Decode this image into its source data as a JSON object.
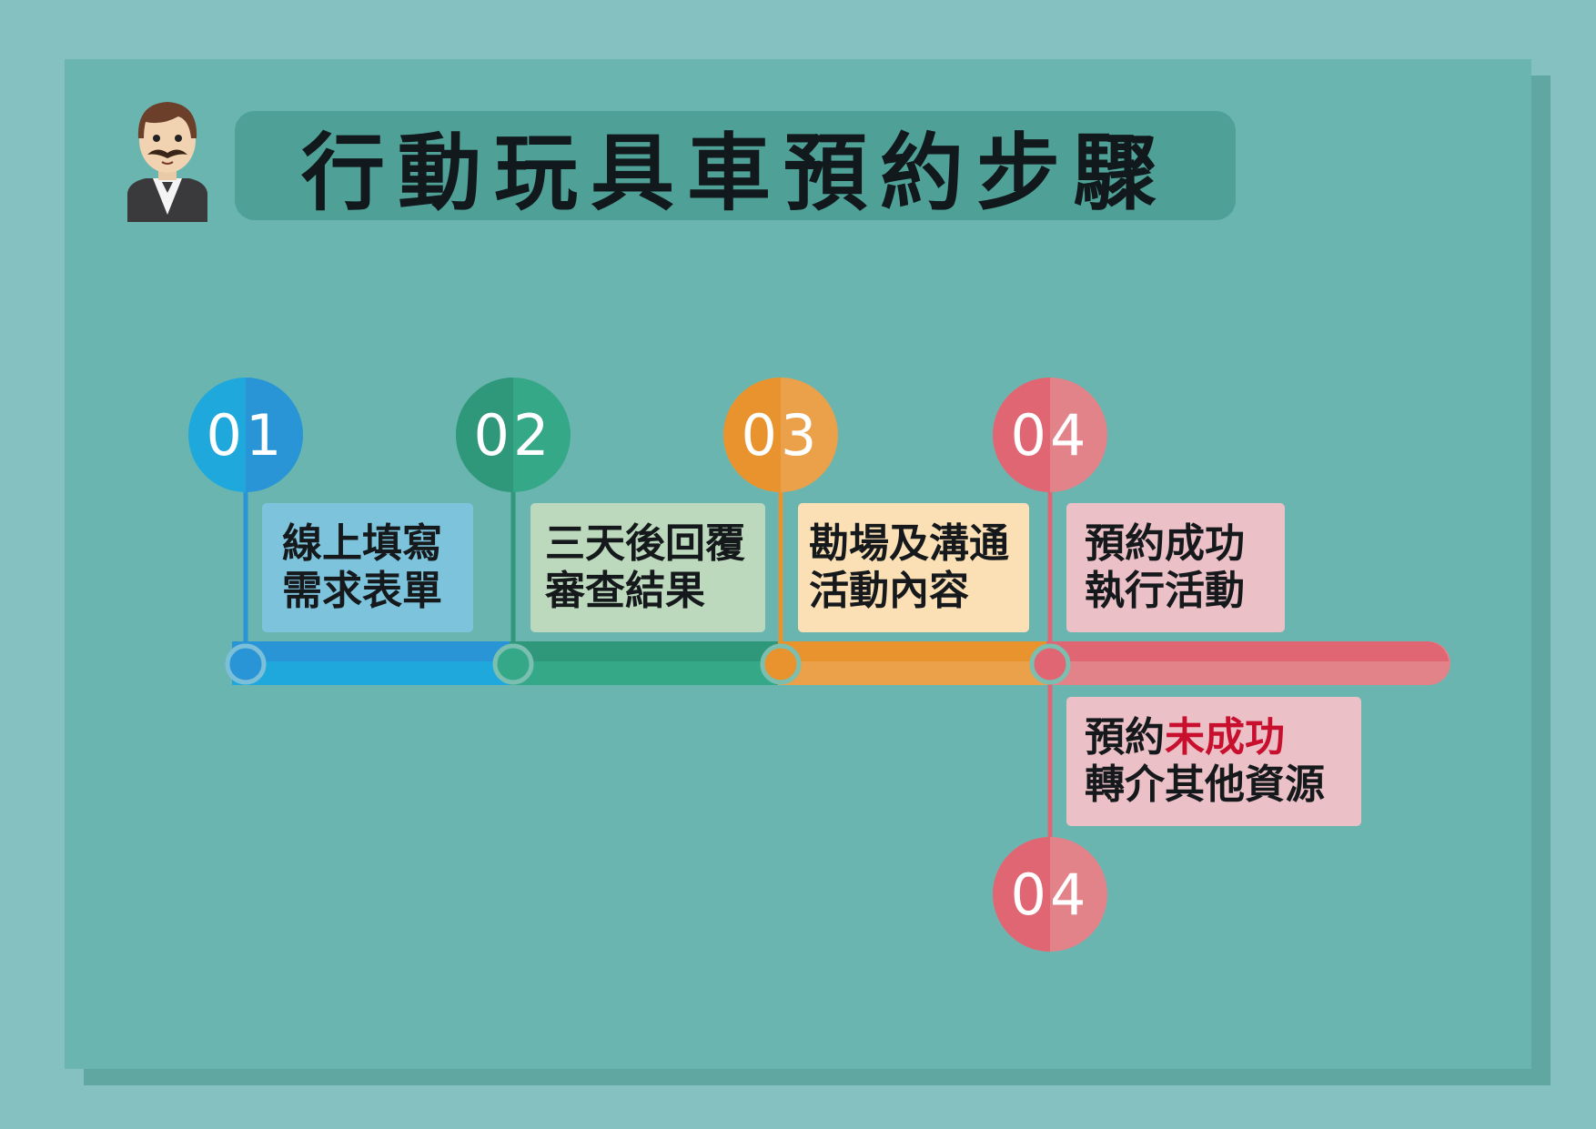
{
  "title": "行動玩具車預約步驟",
  "colors": {
    "background": "#86c1c2",
    "panel": "#6bb5b0",
    "step1": "#1fa8dc",
    "step2": "#35a887",
    "step3": "#e89b3a",
    "step4": "#e2737c"
  },
  "steps": [
    {
      "number": "01",
      "line1": "線上填寫",
      "line2": "需求表單"
    },
    {
      "number": "02",
      "line1": "三天後回覆",
      "line2": "審查結果"
    },
    {
      "number": "03",
      "line1": "勘場及溝通",
      "line2": "活動內容"
    },
    {
      "number": "04",
      "line1": "預約成功",
      "line2": "執行活動"
    }
  ],
  "alt_step": {
    "number": "04",
    "line1_prefix": "預約",
    "line1_highlight": "未成功",
    "line2": "轉介其他資源"
  }
}
